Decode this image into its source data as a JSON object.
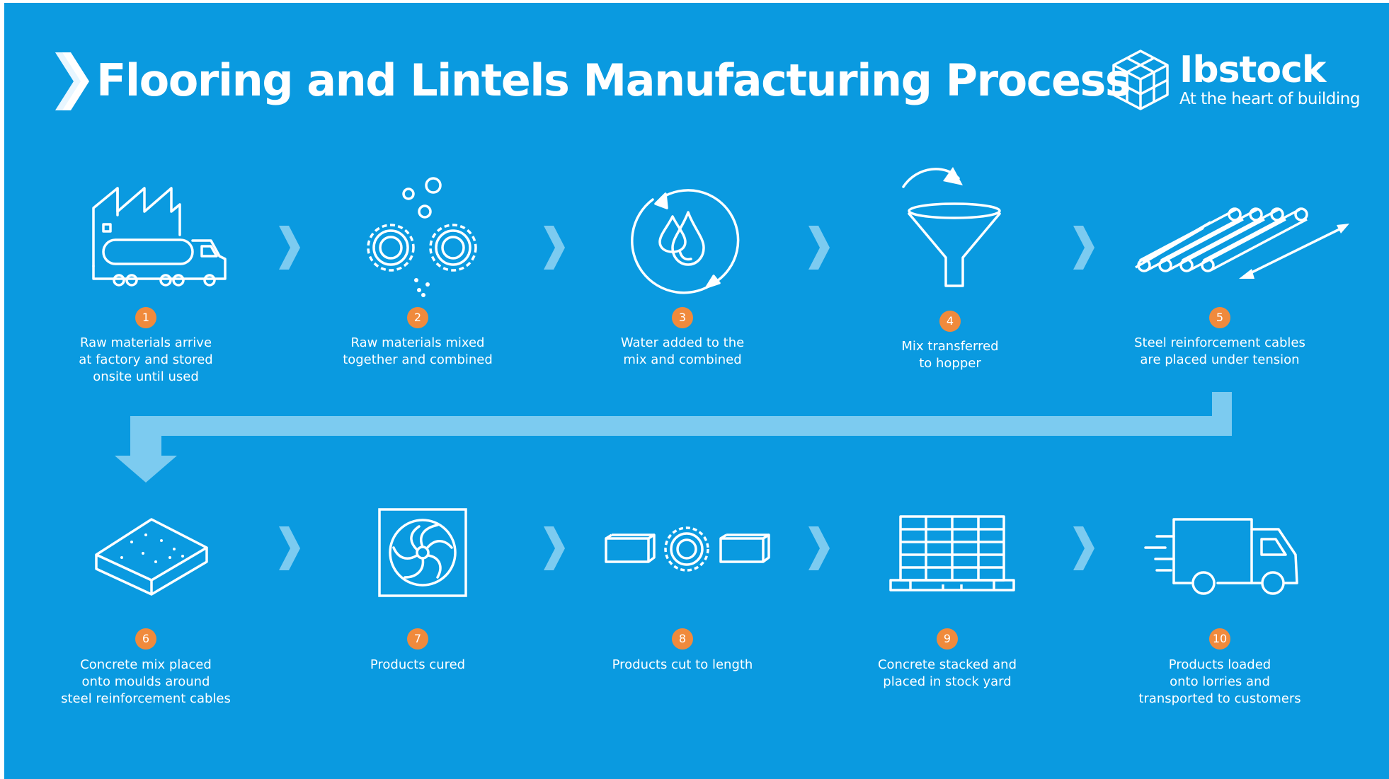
{
  "header": {
    "title": "Flooring and Lintels Manufacturing Process"
  },
  "logo": {
    "name": "Ibstock",
    "tagline": "At the heart of building"
  },
  "colors": {
    "background": "#0a9ae0",
    "connector": "#7ccbf0",
    "badge": "#f08a3c",
    "text": "#ffffff"
  },
  "steps": [
    {
      "number": "1",
      "icon": "factory-truck-icon",
      "caption": "Raw materials arrive\nat factory and stored\nonsite until used"
    },
    {
      "number": "2",
      "icon": "mixing-gears-icon",
      "caption": "Raw materials mixed\ntogether and combined"
    },
    {
      "number": "3",
      "icon": "water-cycle-icon",
      "caption": "Water added to the\nmix and combined"
    },
    {
      "number": "4",
      "icon": "hopper-funnel-icon",
      "caption": "Mix transferred\nto hopper"
    },
    {
      "number": "5",
      "icon": "tensioned-cables-icon",
      "caption": "Steel reinforcement cables\nare placed under tension"
    },
    {
      "number": "6",
      "icon": "concrete-slab-icon",
      "caption": "Concrete mix placed\nonto moulds around\nsteel reinforcement cables"
    },
    {
      "number": "7",
      "icon": "curing-fan-icon",
      "caption": "Products cured"
    },
    {
      "number": "8",
      "icon": "saw-cutting-icon",
      "caption": "Products cut to length"
    },
    {
      "number": "9",
      "icon": "stacked-pallet-icon",
      "caption": "Concrete stacked and\nplaced in stock yard"
    },
    {
      "number": "10",
      "icon": "delivery-truck-icon",
      "caption": "Products loaded\nonto lorries and\ntransported to customers"
    }
  ]
}
